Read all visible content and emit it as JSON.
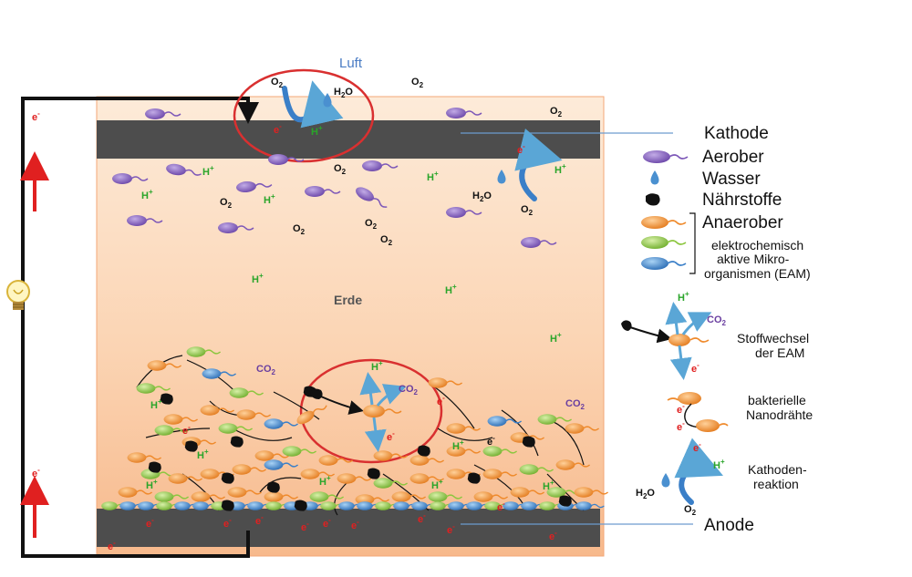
{
  "colors": {
    "soil_top": "#fdebd9",
    "soil_bottom": "#f7b98c",
    "electrode": "#4d4d4d",
    "circuit": "#111111",
    "electron_red": "#e02020",
    "proton_green": "#2aa52a",
    "co2_purple": "#6a3fa0",
    "air_blue": "#4a7cc4",
    "highlight_ring": "#d93030",
    "aerobe_purple": "#7d58b8",
    "anaerobe_orange": "#ef8a2c",
    "eam_green": "#8cc63f",
    "eam_blue": "#3a7fc8",
    "nutrient_black": "#111111",
    "water_blue": "#4a90d0",
    "pointer_line": "#6d9ccf"
  },
  "labels": {
    "air": "Luft",
    "soil": "Erde",
    "cathode": "Kathode",
    "anode": "Anode",
    "aerobe": "Aerober",
    "water": "Wasser",
    "nutrients": "Nährstoffe",
    "anaerobe": "Anaerober",
    "eam_line1": "elektrochemisch",
    "eam_line2": "aktive Mikro-",
    "eam_line3": "organismen (EAM)",
    "metabolism_line1": "Stoffwechsel",
    "metabolism_line2": "der EAM",
    "nanowires_line1": "bakterielle",
    "nanowires_line2": "Nanodrähte",
    "cathode_reaction_line1": "Kathoden-",
    "cathode_reaction_line2": "reaktion"
  },
  "chem": {
    "oxygen_main": "O",
    "oxygen_sub": "2",
    "water_main": "H",
    "water_sub": "2",
    "water_end": "O",
    "proton_main": "H",
    "proton_sup": "+",
    "co2_main": "CO",
    "co2_sub": "2",
    "electron_main": "e",
    "electron_sup": "-"
  },
  "icons": {
    "bulb": "light-bulb-icon",
    "water_drop": "water-drop-icon",
    "nutrient": "nutrient-blob-icon",
    "aerobe": "aerobe-bacterium-icon",
    "anaerobe": "anaerobe-bacterium-icon",
    "eam_green": "eam-green-bacterium-icon",
    "eam_blue": "eam-blue-bacterium-icon"
  }
}
